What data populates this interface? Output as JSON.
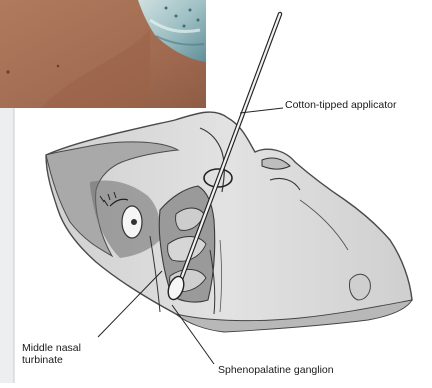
{
  "labels": {
    "applicator": "Cotton-tipped applicator",
    "turbinate_line1": "Middle nasal",
    "turbinate_line2": "turbinate",
    "ganglion": "Sphenopalatine ganglion"
  }
}
